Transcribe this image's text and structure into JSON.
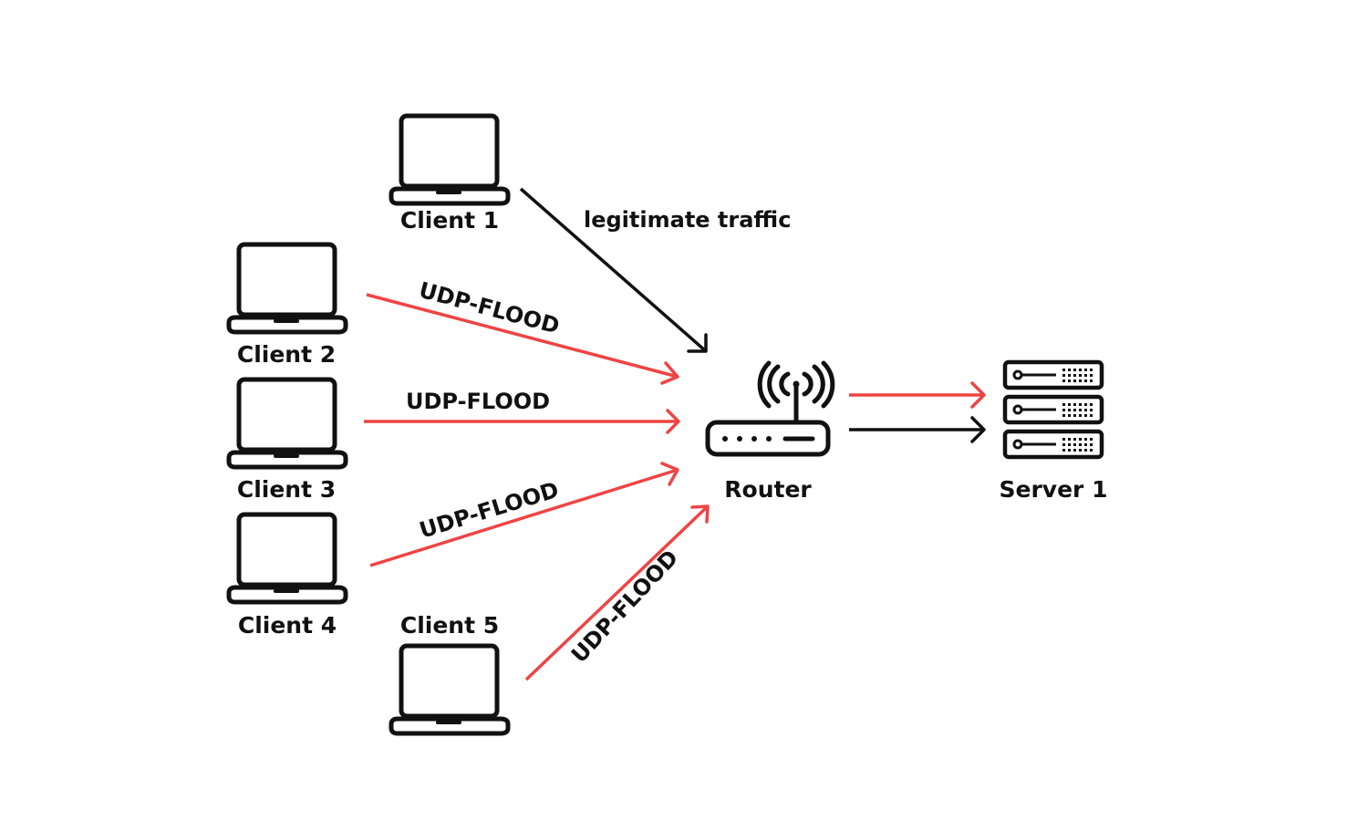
{
  "colors": {
    "attack": "#ef4444",
    "legit": "#111111",
    "background": "#ffffff"
  },
  "nodes": {
    "client1": {
      "label": "Client 1",
      "icon": "laptop-icon"
    },
    "client2": {
      "label": "Client 2",
      "icon": "laptop-icon"
    },
    "client3": {
      "label": "Client 3",
      "icon": "laptop-icon"
    },
    "client4": {
      "label": "Client 4",
      "icon": "laptop-icon"
    },
    "client5": {
      "label": "Client 5",
      "icon": "laptop-icon"
    },
    "router": {
      "label": "Router",
      "icon": "wifi-router-icon"
    },
    "server": {
      "label": "Server 1",
      "icon": "server-rack-icon"
    }
  },
  "edges": {
    "legit": {
      "label": "legitimate traffic",
      "kind": "legitimate"
    },
    "flood2": {
      "label": "UDP-FLOOD",
      "kind": "attack"
    },
    "flood3": {
      "label": "UDP-FLOOD",
      "kind": "attack"
    },
    "flood4": {
      "label": "UDP-FLOOD",
      "kind": "attack"
    },
    "flood5": {
      "label": "UDP-FLOOD",
      "kind": "attack"
    },
    "router_to_server_attack": {
      "kind": "attack"
    },
    "router_to_server_legit": {
      "kind": "legitimate"
    }
  }
}
